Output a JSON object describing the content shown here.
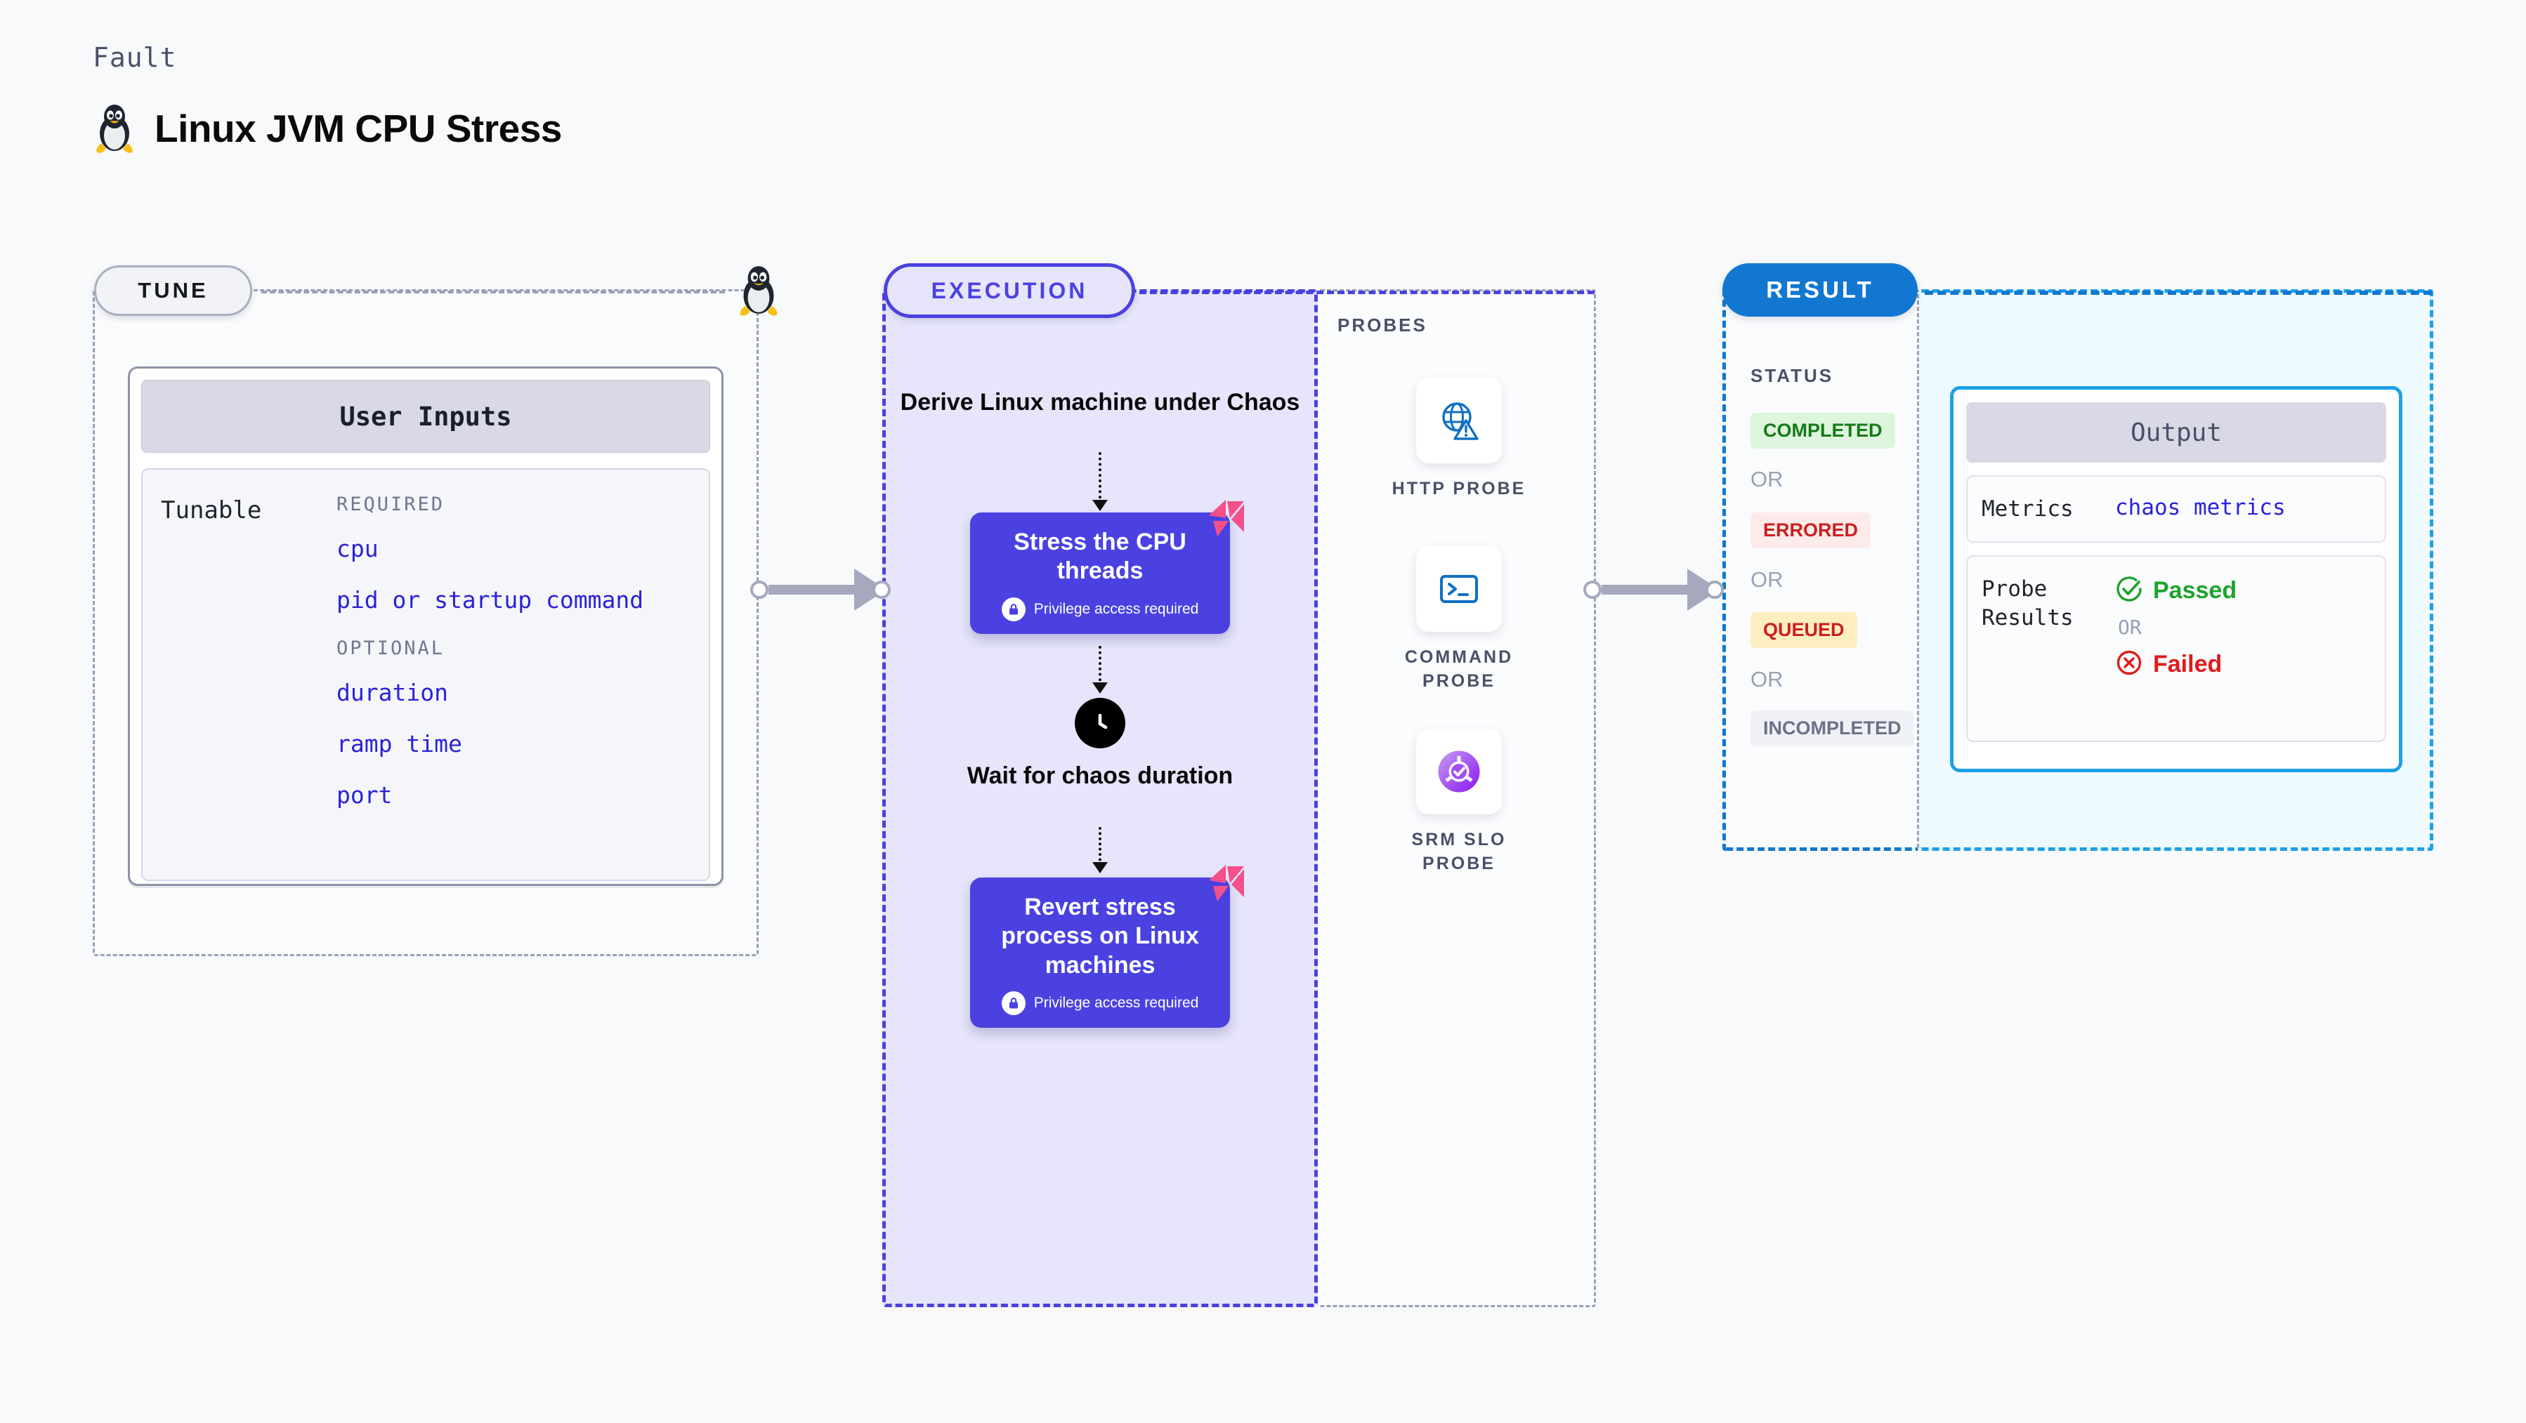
{
  "header": {
    "eyebrow": "Fault",
    "title": "Linux JVM CPU Stress",
    "icon": "linux-penguin-icon"
  },
  "tune": {
    "badge": "TUNE",
    "card_title": "User Inputs",
    "tunable_label": "Tunable",
    "groups": [
      {
        "title": "REQUIRED",
        "items": [
          "cpu",
          "pid or startup command"
        ]
      },
      {
        "title": "OPTIONAL",
        "items": [
          "duration",
          "ramp time",
          "port"
        ]
      }
    ]
  },
  "execution": {
    "badge": "EXECUTION",
    "first_node": "Derive Linux machine under Chaos",
    "steps": [
      {
        "title": "Stress the CPU threads",
        "privilege": "Privilege access required"
      },
      {
        "title": "Revert stress process on Linux machines",
        "privilege": "Privilege access required"
      }
    ],
    "wait_node": "Wait for chaos duration"
  },
  "probes": {
    "label": "PROBES",
    "items": [
      {
        "label": "HTTP PROBE",
        "icon": "globe-warning-icon"
      },
      {
        "label": "COMMAND PROBE",
        "icon": "terminal-icon"
      },
      {
        "label": "SRM SLO PROBE",
        "icon": "slo-donut-check-icon"
      }
    ]
  },
  "result": {
    "badge": "RESULT",
    "status_label": "STATUS",
    "or_label": "OR",
    "statuses": [
      {
        "text": "COMPLETED",
        "bg": "#ddf5dd",
        "fg": "#157a17"
      },
      {
        "text": "ERRORED",
        "bg": "#fdebeb",
        "fg": "#cc1f1f"
      },
      {
        "text": "QUEUED",
        "bg": "#fdeec2",
        "fg": "#cc1f1f"
      },
      {
        "text": "INCOMPLETED",
        "bg": "#f0f1f6",
        "fg": "#6c7287"
      }
    ],
    "output": {
      "title": "Output",
      "metrics_key": "Metrics",
      "metrics_value": "chaos metrics",
      "probe_results_key": "Probe Results",
      "passed": "Passed",
      "failed": "Failed",
      "or_label": "OR"
    }
  },
  "colors": {
    "execution": "#4a41e0",
    "result": "#1177d1",
    "output_border": "#1da1e8",
    "tunable_link": "#2a22d8",
    "ribbon": "#f5508a",
    "connector": "#a6a9bd"
  }
}
